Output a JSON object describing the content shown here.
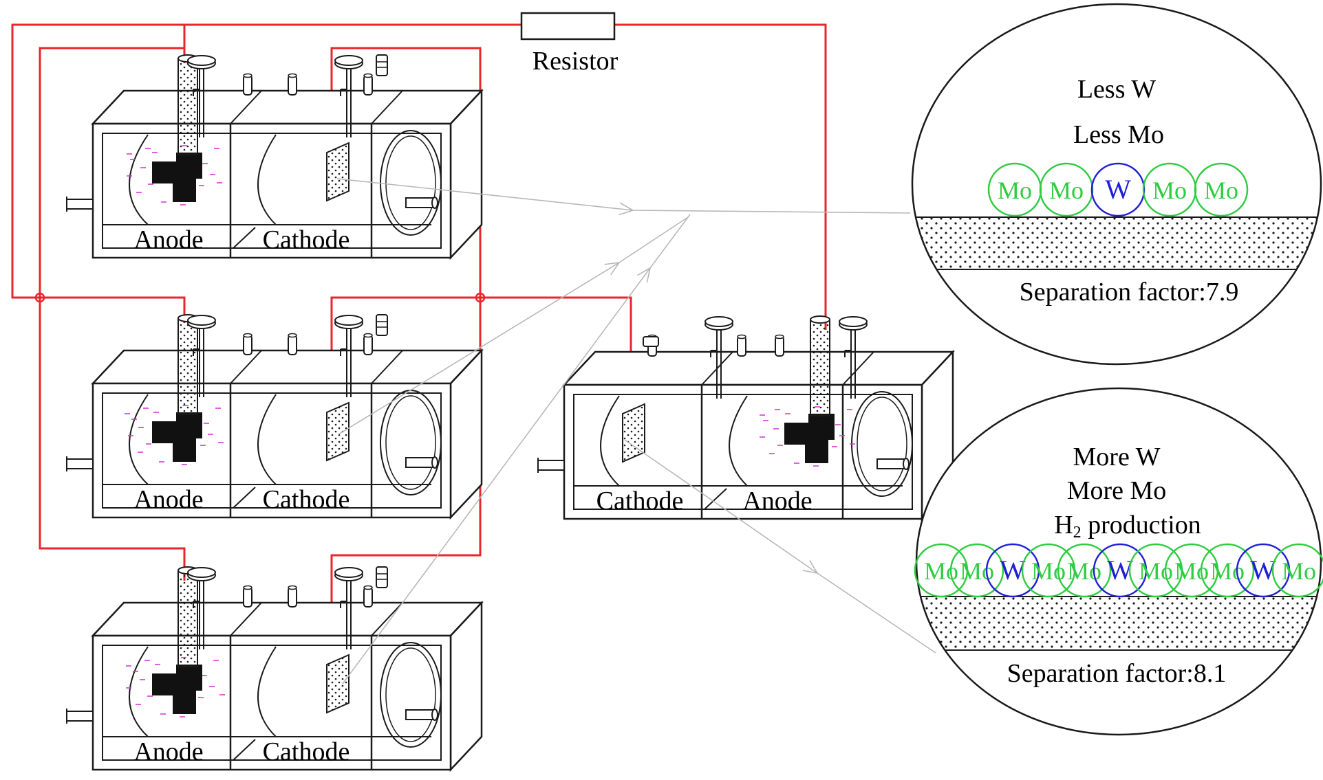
{
  "colors": {
    "wire": "#e8262b",
    "outline": "#1a1a1a",
    "arrow": "#b8b8b8",
    "mo_atom": "#2ecc40",
    "w_atom": "#1f1fd6",
    "ions": "#d63bd6",
    "background": "#ffffff"
  },
  "resistor": {
    "label": "Resistor"
  },
  "cells": [
    {
      "left_label": "Anode",
      "right_label": "Cathode"
    },
    {
      "left_label": "Anode",
      "right_label": "Cathode"
    },
    {
      "left_label": "Anode",
      "right_label": "Cathode"
    },
    {
      "left_label": "Cathode",
      "right_label": "Anode"
    }
  ],
  "callouts": [
    {
      "lines": [
        "Less W",
        "Less Mo"
      ],
      "atoms": [
        "Mo",
        "Mo",
        "W",
        "Mo",
        "Mo"
      ],
      "separation_label": "Separation factor:7.9"
    },
    {
      "lines": [
        "More W",
        "More Mo"
      ],
      "h2_prefix": "H",
      "h2_sub": "2",
      "h2_suffix": " production",
      "atoms": [
        "Mo",
        "Mo",
        "W",
        "Mo",
        "Mo",
        "W",
        "Mo",
        "Mo",
        "Mo",
        "W",
        "Mo"
      ],
      "separation_label": "Separation factor:8.1"
    }
  ],
  "icons": {
    "anode_electrode": "porous-tube-electrode-icon",
    "cathode_electrode": "dotted-plate-electrode-icon",
    "gas_port": "gas-port-icon",
    "thermometer": "thermometer-icon",
    "junction": "wire-junction-dot-icon"
  }
}
